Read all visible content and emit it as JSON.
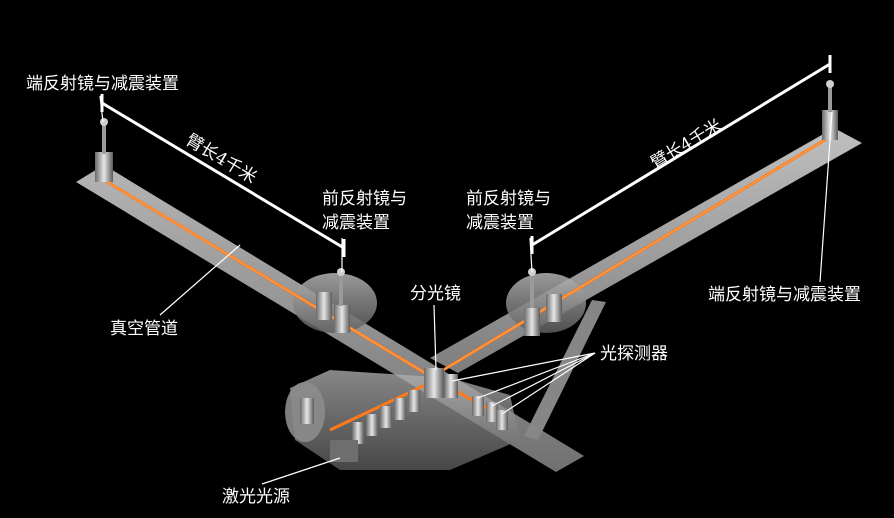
{
  "labels": {
    "end_mirror_left": "端反射镜与减震装置",
    "end_mirror_right": "端反射镜与减震装置",
    "front_mirror_left_line1": "前反射镜与",
    "front_mirror_left_line2": "减震装置",
    "front_mirror_right_line1": "前反射镜与",
    "front_mirror_right_line2": "减震装置",
    "beam_splitter": "分光镜",
    "photodetector": "光探测器",
    "vacuum_tube": "真空管道",
    "laser_source": "激光光源",
    "arm_length_left": "臂长4千米",
    "arm_length_right": "臂长4千米"
  },
  "colors": {
    "background": "#000000",
    "tube": "#9a9a9a",
    "laser": "#ff7a1a",
    "text": "#ffffff"
  }
}
